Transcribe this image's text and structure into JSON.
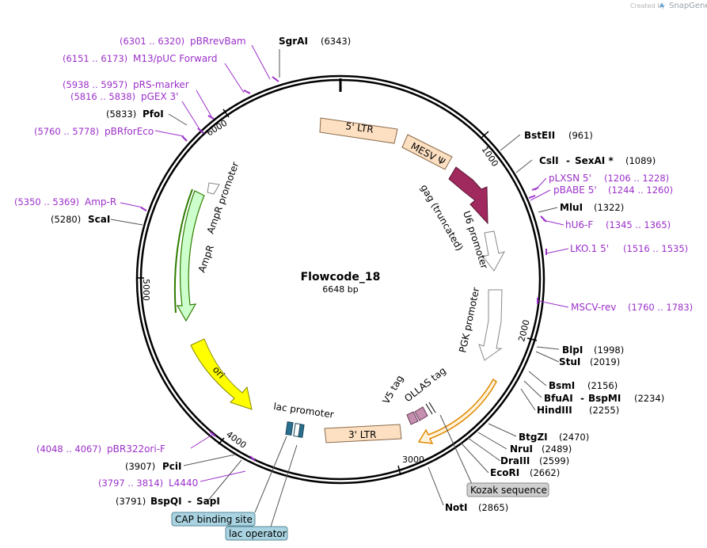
{
  "credit": {
    "created_by": "Created by",
    "brand": "SnapGene"
  },
  "plasmid": {
    "name": "Flowcode_18",
    "length": "6648 bp"
  },
  "ticks": [
    {
      "label": "1000"
    },
    {
      "label": "2000"
    },
    {
      "label": "3000"
    },
    {
      "label": "4000"
    },
    {
      "label": "5000"
    },
    {
      "label": "6000"
    }
  ],
  "sites": [
    {
      "name": "SgrAI",
      "pos": "(6343)"
    },
    {
      "name": "PfoI",
      "pos": "(5833)"
    },
    {
      "name": "ScaI",
      "pos": "(5280)"
    },
    {
      "name": "BstEII",
      "pos": "(961)"
    },
    {
      "name": "CslI",
      "sep": "-",
      "name2": "SexAI *",
      "pos": "(1089)"
    },
    {
      "name": "MluI",
      "pos": "(1322)"
    },
    {
      "name": "BlpI",
      "pos": "(1998)"
    },
    {
      "name": "StuI",
      "pos": "(2019)"
    },
    {
      "name": "BsmI",
      "pos": "(2156)"
    },
    {
      "name": "BfuAI",
      "sep": "-",
      "name2": "BspMI",
      "pos": "(2234)"
    },
    {
      "name": "HindIII",
      "pos": "(2255)"
    },
    {
      "name": "BtgZI",
      "pos": "(2470)"
    },
    {
      "name": "NruI",
      "pos": "(2489)"
    },
    {
      "name": "DraIII",
      "pos": "(2599)"
    },
    {
      "name": "EcoRI",
      "pos": "(2662)"
    },
    {
      "name": "NotI",
      "pos": "(2865)"
    },
    {
      "name": "PciI",
      "pos": "(3907)"
    },
    {
      "name": "BspQI",
      "sep": "-",
      "name2": "SapI",
      "pos": "(3791)"
    }
  ],
  "primers": [
    {
      "name": "pBRrevBam",
      "pos": "(6301 .. 6320)"
    },
    {
      "name": "M13/pUC Forward",
      "pos": "(6151 .. 6173)"
    },
    {
      "name": "pRS-marker",
      "pos": "(5938 .. 5957)"
    },
    {
      "name": "pGEX 3'",
      "pos": "(5816 .. 5838)"
    },
    {
      "name": "pBRforEco",
      "pos": "(5760 .. 5778)"
    },
    {
      "name": "Amp-R",
      "pos": "(5350 .. 5369)"
    },
    {
      "name": "pLXSN 5'",
      "pos": "(1206 .. 1228)"
    },
    {
      "name": "pBABE 5'",
      "pos": "(1244 .. 1260)"
    },
    {
      "name": "hU6-F",
      "pos": "(1345 .. 1365)"
    },
    {
      "name": "LKO.1 5'",
      "pos": "(1516 .. 1535)"
    },
    {
      "name": "MSCV-rev",
      "pos": "(1760 .. 1783)"
    },
    {
      "name": "pBR322ori-F",
      "pos": "(4048 .. 4067)"
    },
    {
      "name": "L4440",
      "pos": "(3797 .. 3814)"
    }
  ],
  "features": [
    {
      "label": "5' LTR",
      "color": "#fde0c2"
    },
    {
      "label": "MESV Ψ",
      "color": "#fde0c2"
    },
    {
      "label": "gag (truncated)",
      "color": "#a0295e"
    },
    {
      "label": "U6 promoter",
      "color": "#ffffff"
    },
    {
      "label": "PGK promoter",
      "color": "#ffffff"
    },
    {
      "label": "OLLAS tag",
      "color": "#c58fb0"
    },
    {
      "label": "V5 tag",
      "color": "#c58fb0"
    },
    {
      "label": "3' LTR",
      "color": "#fde0c2"
    },
    {
      "label": "lac promoter",
      "color": "#ffffff"
    },
    {
      "label": "ori",
      "color": "#ffff00"
    },
    {
      "label": "AmpR",
      "color": "#ccffcc"
    },
    {
      "label": "AmpR promoter",
      "color": "#ffffff"
    }
  ],
  "boxes": [
    {
      "label": "Kozak sequence"
    },
    {
      "label": "CAP binding site"
    },
    {
      "label": "lac operator"
    }
  ],
  "colors": {
    "primer": "#9b30c9",
    "backbone": "#000000",
    "orf_outline": "#e08a00",
    "ampr_outline": "#2e7d00",
    "box_gray": "#d0d0d0",
    "box_blue": "#a9d3e0"
  }
}
